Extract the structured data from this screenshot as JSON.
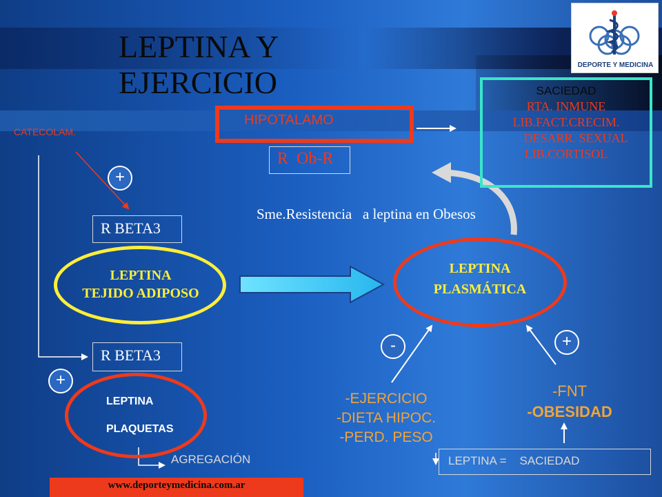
{
  "title": {
    "line1": "LEPTINA Y",
    "line2": "EJERCICIO"
  },
  "logo": {
    "caption": "DEPORTE Y MEDICINA",
    "icon": "caduceus-rings-icon"
  },
  "nodes": {
    "hipotalamo": "HIPOTALAMO",
    "receptor": "R  Ob-R",
    "catecolam": "CATECOLAM.",
    "plus_top": "+",
    "r_beta3_top": "R BETA3",
    "r_beta3_bottom": "R BETA3",
    "leptina_tejido": {
      "line1": "LEPTINA",
      "line2": "TEJIDO ADIPOSO"
    },
    "leptina_plasmatica": {
      "line1": "LEPTINA",
      "line2": "PLASMÁTICA"
    },
    "leptina_plaquetas": {
      "line1": "LEPTINA",
      "line2": "PLAQUETAS"
    },
    "plus_left": "+",
    "minus": "-",
    "plus_right": "+",
    "agregacion": "AGREGACIÓN",
    "resistencia": "Sme.Resistencia   a leptina en Obesos",
    "ejercicio": {
      "line1": "-EJERCICIO",
      "line2": "-DIETA HIPOC.",
      "line3": "-PERD. PESO"
    },
    "fnt": {
      "line1": "-FNT",
      "line2": "-OBESIDAD"
    },
    "saciedad_box": {
      "line1": "SACIEDAD",
      "line2": "RTA. INMUNE",
      "line3": "LIB.FACT.CRECIM.",
      "line4": "DESARR. SEXUAL",
      "line5": "LIB.CORTISOL"
    },
    "leptina_saciedad": "LEPTINA =    SACIEDAD"
  },
  "footer": {
    "url": "www.deporteymedicina.com.ar"
  },
  "colors": {
    "red": "#ee3a1c",
    "yellow": "#ffee3a",
    "cyan": "#3ae6c8",
    "orange": "#f0a43a",
    "text_white": "#ffffff"
  }
}
